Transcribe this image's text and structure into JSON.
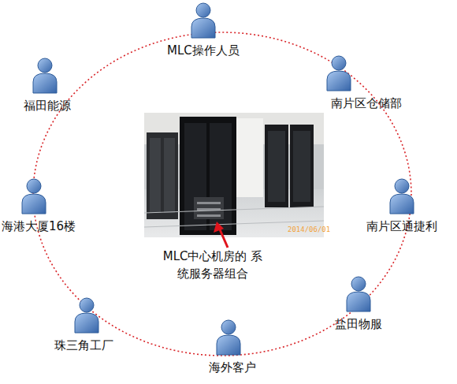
{
  "diagram": {
    "nodes": [
      {
        "text": [
          "MLC操作人员"
        ]
      },
      {
        "text": [
          "南片区仓储部"
        ]
      },
      {
        "text": [
          "南片区通捷利"
        ]
      },
      {
        "text": [
          "盐田物服"
        ]
      },
      {
        "text": [
          "海外客户"
        ]
      },
      {
        "text": [
          "珠三角工厂"
        ]
      },
      {
        "text": [
          "海港大厦16楼"
        ]
      },
      {
        "text": [
          "福田能源"
        ]
      }
    ],
    "labels": [
      "2014/06/01",
      "MLC中心机房的 系统服务器组合"
    ]
  }
}
